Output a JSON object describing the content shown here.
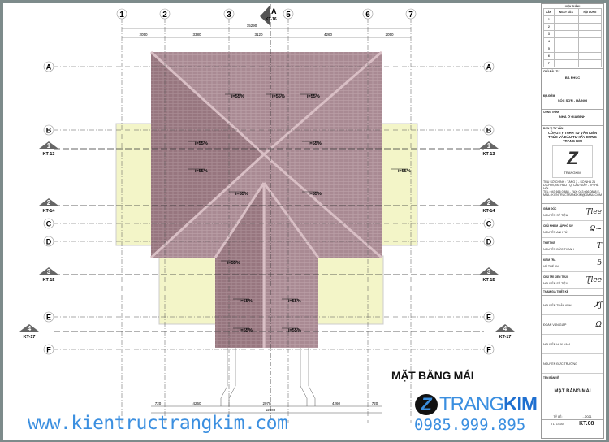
{
  "drawing": {
    "columns": [
      "1",
      "2",
      "3",
      "5",
      "6",
      "7"
    ],
    "section_top": {
      "letter": "A",
      "ref": "KT-16"
    },
    "rows": [
      "A",
      "B",
      "C",
      "D",
      "E",
      "F"
    ],
    "sections": [
      {
        "num": "1",
        "ref": "KT-13"
      },
      {
        "num": "2",
        "ref": "KT-14"
      },
      {
        "num": "3",
        "ref": "KT-15"
      },
      {
        "num": "4",
        "ref": "KT-17"
      }
    ],
    "top_overall_dim": "15290",
    "top_dims": [
      "2050",
      "3380",
      "3120",
      "4260",
      "2050"
    ],
    "bottom_dims": [
      "720",
      "4260",
      "2070",
      "4260",
      "720"
    ],
    "bottom_overall_dim": "12900",
    "slope_label": "i=55%",
    "slope_count": 14
  },
  "title": "MẶT BẰNG MÁI",
  "brand": {
    "name_light": "TRANG",
    "name_bold": "KIM",
    "logo_letter": "Z",
    "phone": "0985.999.895",
    "website": "www.kientructrangkim.com"
  },
  "title_block": {
    "revision_header": "HIỆU CHỈNH",
    "revision_cols": [
      "LẦN",
      "NGÀY SỬA",
      "NỘI DUNG"
    ],
    "revision_rows": [
      "1",
      "2",
      "3",
      "4",
      "5",
      "6",
      "7"
    ],
    "owner_label": "CHỦ ĐẦU TƯ",
    "owner": "BÀ PHÚC",
    "location_label": "ĐỊA ĐIỂM",
    "location": "SÓC SƠN - HÀ NỘI",
    "project_label": "CÔNG TRÌNH",
    "project": "NHÀ Ở GIA ĐÌNH",
    "consultant_label": "ĐƠN VỊ TƯ VẤN",
    "consultant": "CÔNG TY TNHH TƯ VẤN KIẾN TRÚC VÀ ĐẦU TƯ XÂY DỰNG TRANG KIM",
    "logo_text": "TRANGKIM",
    "address": "TRỤ SỞ CHÍNH : TẦNG 3 - SỐ NHÀ 21 DỊCH VỌNG HẬU - Q. CẦU GIẤY - TP. HÀ NỘI",
    "contact": "TEL: 043 666 0 888 - FAX: 043 666 0888 E-MAIL: KIENTRUCTRANGKIM@GMAIL.COM",
    "staff": [
      {
        "role": "GIÁM ĐỐC",
        "name": "NGUYỄN SỸ TIỆU",
        "sig": "Ʈlee"
      },
      {
        "role": "CHỦ NHIỆM LẬP HỒ SƠ",
        "name": "NGUYỄN ANH TÚ",
        "sig": "Ձ~"
      },
      {
        "role": "THIẾT KẾ",
        "name": "NGUYỄN ĐỨC THANH",
        "sig": "Ŧ"
      },
      {
        "role": "KIỂM TRA",
        "name": "VŨ THẾ AN",
        "sig": "ɓ"
      },
      {
        "role": "CHỦ TRÌ KIẾN TRÚC",
        "name": "NGUYỄN SỸ TIỆU",
        "sig": "Ʈlee"
      }
    ],
    "team_label": "THAM GIA THIẾT KẾ",
    "team": [
      {
        "name": "NGUYỄN TUẤN ANH",
        "sig": "✗ʃ"
      },
      {
        "name": "ĐOÀN VĂN GIÁP",
        "sig": "Ω"
      },
      {
        "name": "NGUYỄN HUY NAM",
        "sig": ""
      },
      {
        "name": "NGUYỄN ĐỨC TRƯỜNG",
        "sig": ""
      }
    ],
    "drawing_name_label": "TÊN BẢN VẼ",
    "drawing_name": "MẶT BẰNG MÁI",
    "scale_label": "TỶ LỆ:",
    "scale": "TL: 1/100",
    "date": "...2021",
    "sheet": "KT.08"
  }
}
